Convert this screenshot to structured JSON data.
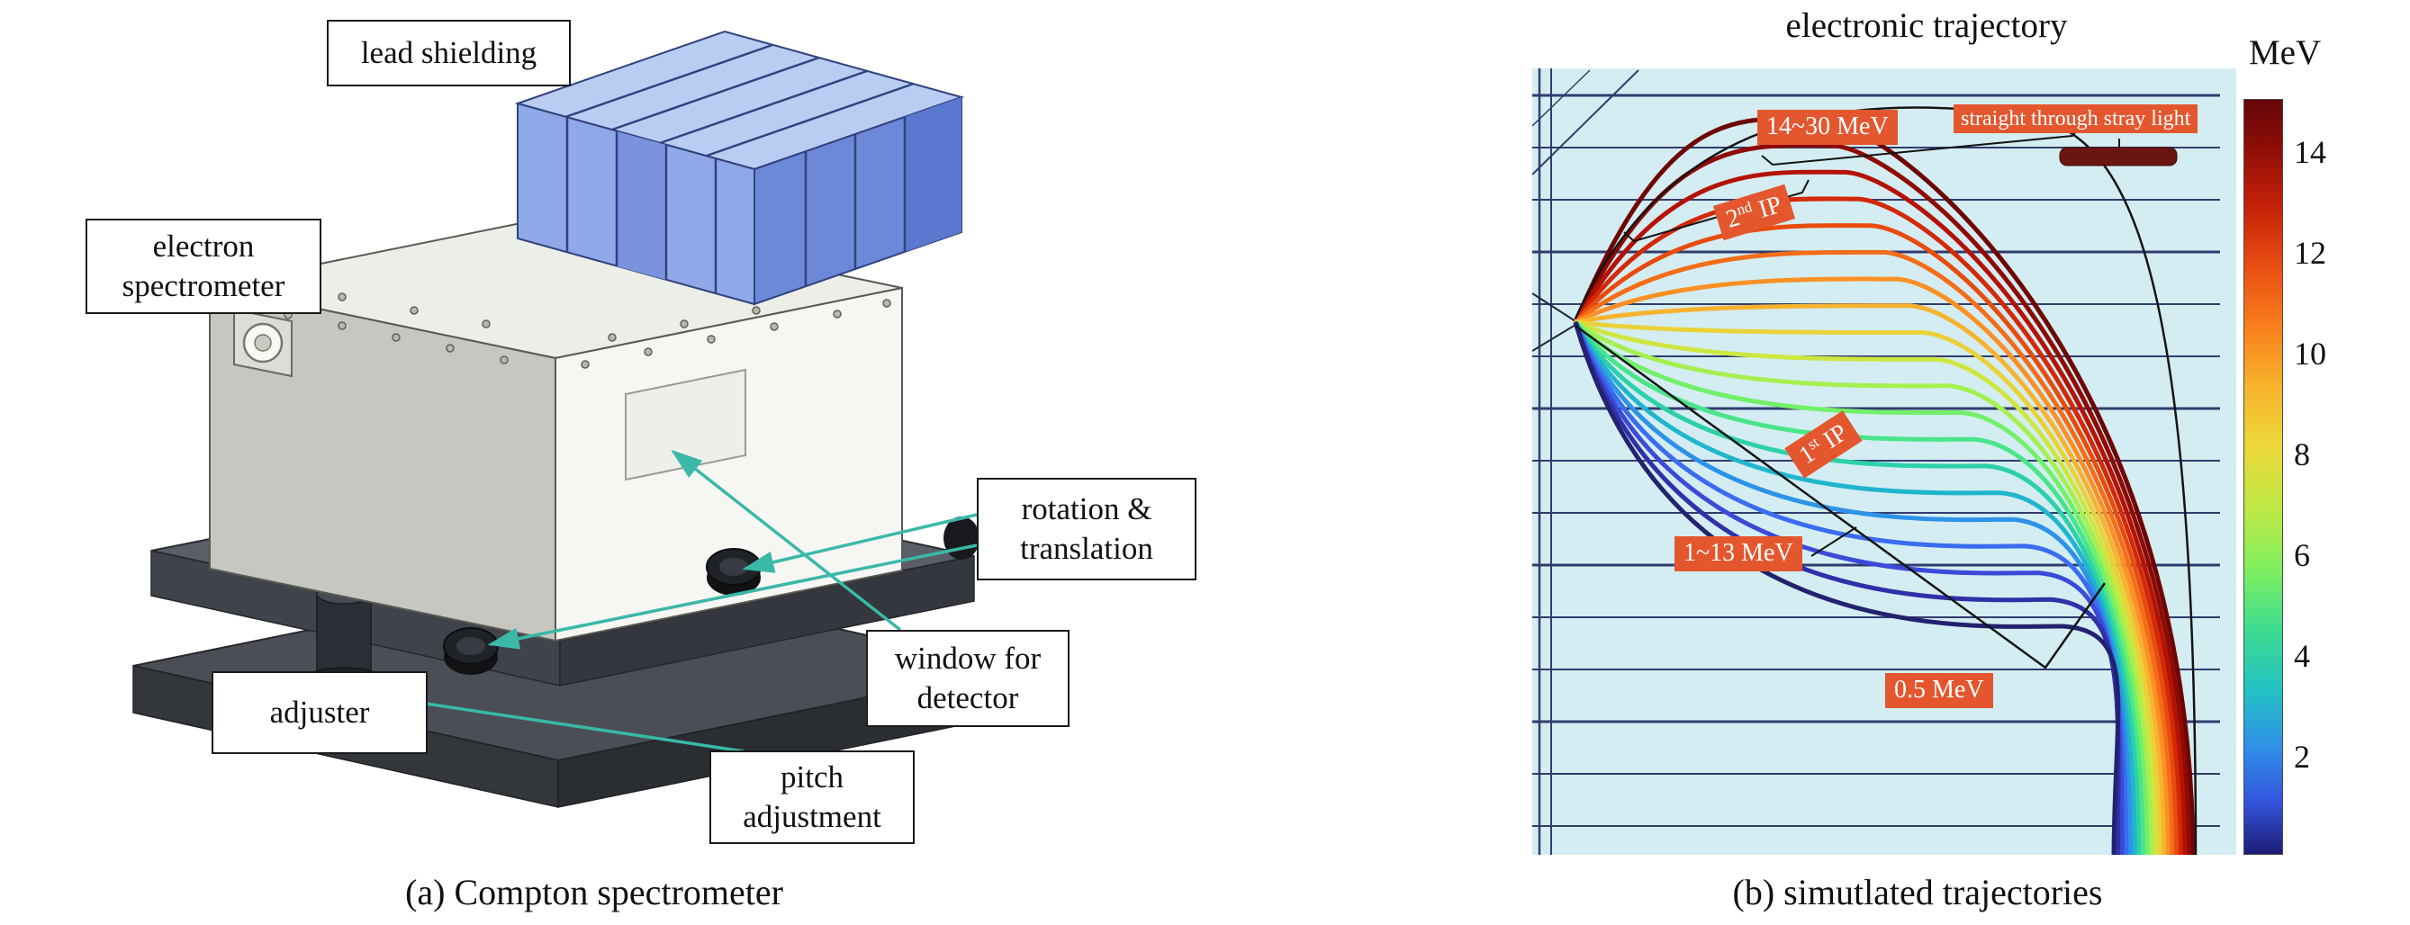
{
  "panel_a": {
    "caption": "(a) Compton spectrometer",
    "labels": {
      "lead_shielding": [
        "lead shielding"
      ],
      "electron_spectrometer": [
        "electron",
        "spectrometer"
      ],
      "rotation_translation": [
        "rotation &",
        "translation"
      ],
      "window_for_detector": [
        "window for",
        "detector"
      ],
      "adjuster": [
        "adjuster"
      ],
      "pitch_adjustment": [
        "pitch",
        "adjustment"
      ]
    },
    "colors": {
      "lead_shielding_blue": "#8fa9e8",
      "spectrometer_body": "#f6f6f2",
      "base_grey": "#4b4e54",
      "pointer_arrow": "#3ab8a8"
    }
  },
  "panel_b": {
    "title": "electronic trajectory",
    "caption": "(b) simutlated trajectories",
    "colorbar": {
      "unit": "MeV",
      "ticks": [
        "14",
        "12",
        "10",
        "8",
        "6",
        "4",
        "2"
      ]
    },
    "annotations": {
      "high_range": "14~30 MeV",
      "stray_light": "straight through stray light",
      "second_ip": {
        "base": "2",
        "sup": "nd",
        "rest": " IP"
      },
      "first_ip": {
        "base": "1",
        "sup": "st",
        "rest": " IP"
      },
      "low_range": "1~13 MeV",
      "half_mev": "0.5 MeV"
    },
    "colors": {
      "annotation_bg": "#e4572e",
      "plot_bg": "#d4edf2",
      "structure_line": "#323c6e",
      "stray_light_spot": "#6b1512"
    },
    "chart_data": {
      "type": "line",
      "title": "electronic trajectory",
      "description": "Simulated electron trajectories in the Compton spectrometer magnetic field, color-coded by electron energy; high-energy electrons (14~30 MeV) reach the 2nd image plate, 1~13 MeV electrons reach the 1st image plate, straight-through stray light hits top right.",
      "colorbar": {
        "label": "MeV",
        "ticks": [
          2,
          4,
          6,
          8,
          10,
          12,
          14
        ],
        "range": [
          0.5,
          15
        ]
      },
      "annotated_energy_regions": [
        "14~30 MeV",
        "1~13 MeV",
        "0.5 MeV"
      ],
      "trajectories": [
        {
          "energy_MeV": 15.0,
          "color": "#6e0502"
        },
        {
          "energy_MeV": 14.0,
          "color": "#8f0a03"
        },
        {
          "energy_MeV": 13.0,
          "color": "#b51206"
        },
        {
          "energy_MeV": 12.0,
          "color": "#d32907"
        },
        {
          "energy_MeV": 11.0,
          "color": "#e84c0d"
        },
        {
          "energy_MeV": 10.0,
          "color": "#f56d18"
        },
        {
          "energy_MeV": 9.0,
          "color": "#fb9026"
        },
        {
          "energy_MeV": 8.0,
          "color": "#f7b32f"
        },
        {
          "energy_MeV": 7.0,
          "color": "#ebd139"
        },
        {
          "energy_MeV": 6.0,
          "color": "#cfe641"
        },
        {
          "energy_MeV": 5.0,
          "color": "#a5f050"
        },
        {
          "energy_MeV": 4.0,
          "color": "#72f06a"
        },
        {
          "energy_MeV": 3.5,
          "color": "#4ae48a"
        },
        {
          "energy_MeV": 3.0,
          "color": "#2cd0a9"
        },
        {
          "energy_MeV": 2.5,
          "color": "#20b5cd"
        },
        {
          "energy_MeV": 2.0,
          "color": "#2d92e8"
        },
        {
          "energy_MeV": 1.5,
          "color": "#3a6cf0"
        },
        {
          "energy_MeV": 1.0,
          "color": "#3c4ad8"
        },
        {
          "energy_MeV": 0.75,
          "color": "#3030a8"
        },
        {
          "energy_MeV": 0.5,
          "color": "#23226e"
        }
      ]
    }
  }
}
